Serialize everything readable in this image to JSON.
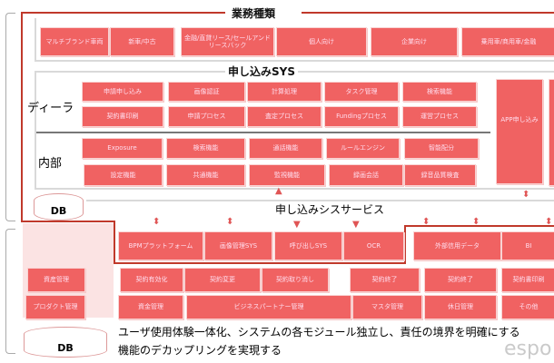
{
  "business_types": {
    "title": "業務種類",
    "items": [
      "マルチブランド車両",
      "新車/中古",
      "金融/直貸リース/セールアンドリースバック",
      "個人向け",
      "企業向け",
      "乗用車/商用車/金融"
    ]
  },
  "application_sys": {
    "title": "申し込みSYS",
    "dealer_label": "ディーラ",
    "internal_label": "内部",
    "row1": [
      "申請申し込み",
      "画像認証",
      "計算処理",
      "タスク管理",
      "検索機能"
    ],
    "row2": [
      "契約書印刷",
      "申請プロセス",
      "査定プロセス",
      "Fundingプロセス",
      "運営プロセス"
    ],
    "row3": [
      "Exposure",
      "検索機能",
      "通話機能",
      "ルールエンジン",
      "智能配分"
    ],
    "row4": [
      "設定機能",
      "共通機能",
      "監視機能",
      "録画会話",
      "録音品質検査"
    ],
    "app_box": "APP申し込み"
  },
  "db_label": "DB",
  "services": {
    "title": "申し込みシスサービス",
    "row1": [
      "BPMプラットフォーム",
      "画像管理SYS",
      "呼び出しSYS",
      "OCR",
      "外部信用データ",
      "BI"
    ],
    "row2": [
      "資産管理",
      "契約有効化",
      "契約変更",
      "契約取り消し",
      "契約終了",
      "契約終了",
      "契約書印刷"
    ],
    "row3": [
      "プロダクト管理",
      "資金管理",
      "ビジネスパートナー管理",
      "マスタ管理",
      "休日管理",
      "その他"
    ]
  },
  "caption": {
    "line1": "ユーザ使用体験一体化、システムの各モジュール独立し、責任の境界を明確にする",
    "line2": "機能のデカップリングを実現する"
  },
  "watermark": "espo",
  "colors": {
    "box": "#f06262",
    "line": "#c0392b"
  }
}
